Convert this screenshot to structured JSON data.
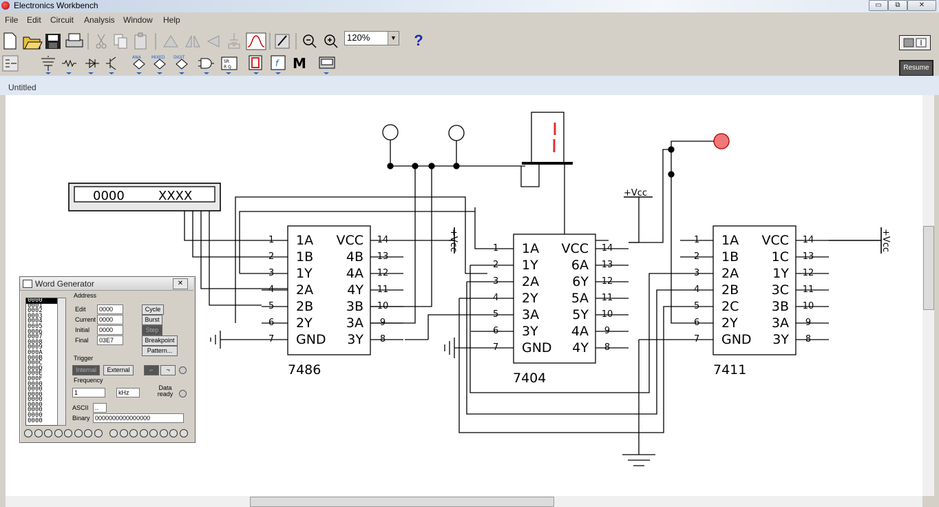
{
  "app": {
    "title": "Electronics Workbench"
  },
  "window_controls": {
    "minimize": "▭",
    "restore": "⧉",
    "close": "✕"
  },
  "menu": [
    "File",
    "Edit",
    "Circuit",
    "Analysis",
    "Window",
    "Help"
  ],
  "toolbar": {
    "zoom": "120%",
    "help": "?",
    "resume": "Resume",
    "ana": "ANA",
    "mixed": "MIXED",
    "digit": "DIGIT",
    "m": "M"
  },
  "circuit_window": {
    "title": "Untitled"
  },
  "display": {
    "left": "0000",
    "right": "XXXX"
  },
  "vcc": "+Vcc",
  "chips": [
    {
      "name": "7486",
      "left_pins": [
        "1A",
        "1B",
        "1Y",
        "2A",
        "2B",
        "2Y",
        "GND"
      ],
      "right_pins": [
        "VCC",
        "4B",
        "4A",
        "4Y",
        "3B",
        "3A",
        "3Y"
      ],
      "left_nums": [
        "1",
        "2",
        "3",
        "4",
        "5",
        "6",
        "7"
      ],
      "right_nums": [
        "14",
        "13",
        "12",
        "11",
        "10",
        "9",
        "8"
      ]
    },
    {
      "name": "7404",
      "left_pins": [
        "1A",
        "1Y",
        "2A",
        "2Y",
        "3A",
        "3Y",
        "GND"
      ],
      "right_pins": [
        "VCC",
        "6A",
        "6Y",
        "5A",
        "5Y",
        "4A",
        "4Y"
      ],
      "left_nums": [
        "1",
        "2",
        "3",
        "4",
        "5",
        "6",
        "7"
      ],
      "right_nums": [
        "14",
        "13",
        "12",
        "11",
        "10",
        "9",
        "8"
      ]
    },
    {
      "name": "7411",
      "left_pins": [
        "1A",
        "1B",
        "2A",
        "2B",
        "2C",
        "2Y",
        "GND"
      ],
      "right_pins": [
        "VCC",
        "1C",
        "1Y",
        "3C",
        "3B",
        "3A",
        "3Y"
      ],
      "left_nums": [
        "1",
        "2",
        "3",
        "4",
        "5",
        "6",
        "7"
      ],
      "right_nums": [
        "14",
        "13",
        "12",
        "11",
        "10",
        "9",
        "8"
      ]
    }
  ],
  "word_generator": {
    "title": "Word Generator",
    "close": "✕",
    "list": [
      "0000",
      "0001",
      "0002",
      "0003",
      "0004",
      "0005",
      "0006",
      "0007",
      "0008",
      "0009",
      "000A",
      "000B",
      "000C",
      "000D",
      "000E",
      "000F",
      "0000",
      "0000",
      "0000",
      "0000",
      "0000",
      "0000",
      "0000",
      "0000"
    ],
    "address_label": "Address",
    "edit_label": "Edit",
    "edit_value": "0000",
    "current_label": "Current",
    "current_value": "0000",
    "initial_label": "Initial",
    "initial_value": "0000",
    "final_label": "Final",
    "final_value": "03E7",
    "cycle": "Cycle",
    "burst": "Burst",
    "step": "Step",
    "breakpoint": "Breakpoint",
    "pattern": "Pattern...",
    "trigger_label": "Trigger",
    "internal": "Internal",
    "external": "External",
    "frequency_label": "Frequency",
    "frequency_value": "1",
    "frequency_unit": "kHz",
    "data_ready": "Data ready",
    "ascii_label": "ASCII",
    "ascii_value": "..",
    "binary_label": "Binary",
    "binary_value": "0000000000000000"
  }
}
